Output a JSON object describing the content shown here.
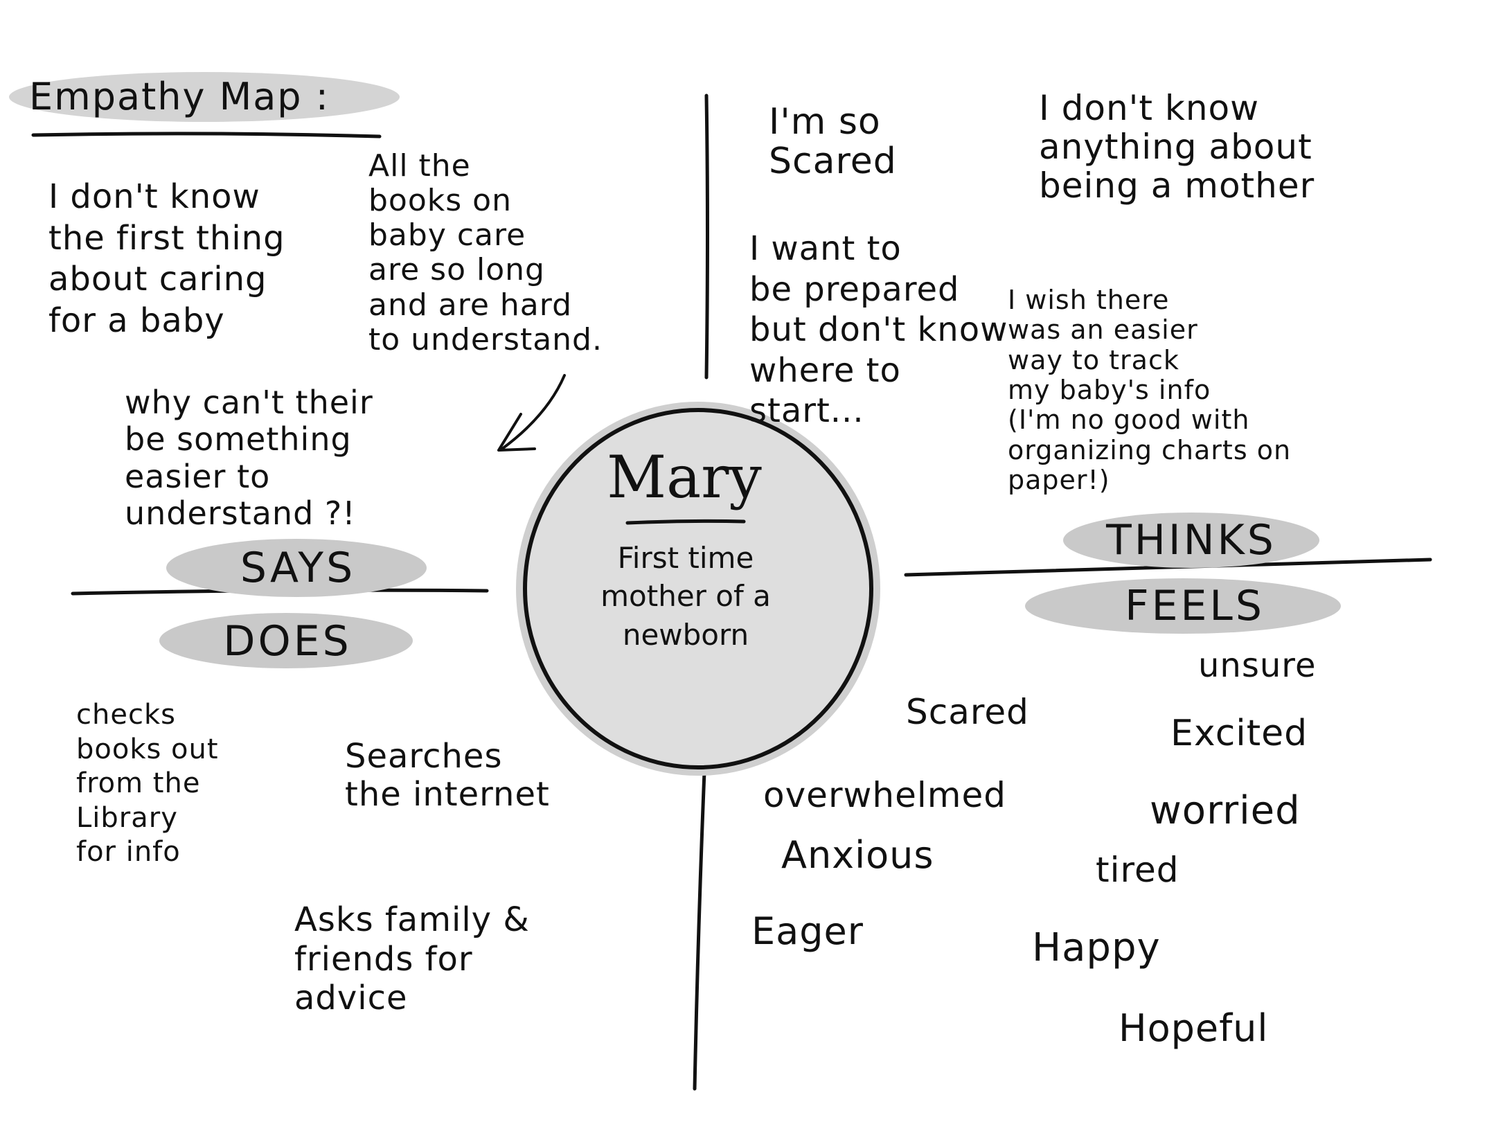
{
  "title": "Empathy Map :",
  "persona": {
    "name": "Mary",
    "description": "First time\nmother of a\nnewborn"
  },
  "quadrants": {
    "says": {
      "label": "SAYS",
      "notes": [
        "I don't know\nthe first thing\nabout caring\nfor a baby",
        "All the\nbooks on\nbaby care\nare so long\nand are hard\nto understand.",
        "why can't their\nbe something\neasier to\nunderstand ?!"
      ]
    },
    "thinks": {
      "label": "THINKS",
      "notes": [
        "I'm so\nScared",
        "I don't know\nanything about\nbeing a mother",
        "I want to\nbe prepared\nbut don't know\nwhere to\nstart...",
        "I wish there\nwas an easier\nway to track\nmy baby's info\n(I'm no good with\norganizing charts on\npaper!)"
      ]
    },
    "does": {
      "label": "DOES",
      "notes": [
        "checks\nbooks out\nfrom the\nLibrary\nfor info",
        "Searches\nthe internet",
        "Asks family &\nfriends for\nadvice"
      ]
    },
    "feels": {
      "label": "FEELS",
      "notes": [
        "unsure",
        "Scared",
        "Excited",
        "overwhelmed",
        "worried",
        "Anxious",
        "tired",
        "Eager",
        "Happy",
        "Hopeful"
      ]
    }
  },
  "colors": {
    "ink": "#111111",
    "highlight": "#c9c9c9",
    "circle_fill": "#dedede",
    "background": "#ffffff"
  }
}
